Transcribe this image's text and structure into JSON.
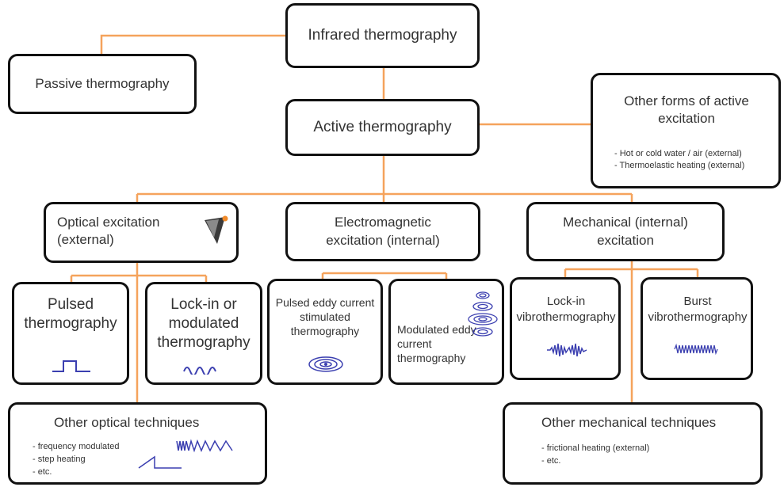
{
  "nodes": {
    "infrared": "Infrared thermography",
    "passive": "Passive thermography",
    "active": "Active thermography",
    "other_active": {
      "title": "Other forms of active excitation",
      "items": [
        "- Hot or cold water / air (external)",
        "- Thermoelastic heating (external)"
      ]
    },
    "optical": "Optical excitation (external)",
    "electromagnetic": "Electromagnetic excitation (internal)",
    "mechanical": "Mechanical (internal) excitation",
    "pulsed": "Pulsed thermography",
    "lockin_modulated": "Lock-in or modulated thermography",
    "pulsed_eddy": "Pulsed eddy current stimulated thermography",
    "modulated_eddy": "Modulated eddy current thermography",
    "lockin_vibro": "Lock-in vibrothermography",
    "burst_vibro": "Burst vibrothermography",
    "other_optical": {
      "title": "Other optical techniques",
      "items": [
        "- frequency modulated",
        "- step heating",
        "- etc."
      ]
    },
    "other_mechanical": {
      "title": "Other mechanical techniques",
      "items": [
        "- frictional heating (external)",
        "- etc."
      ]
    }
  },
  "colors": {
    "connector": "#f5a35c",
    "border": "#111111",
    "signal": "#3b3fb0"
  },
  "icons": [
    "lamp-icon",
    "pulse-signal-icon",
    "sine-wave-icon",
    "eddy-coil-icon",
    "stacked-coils-icon",
    "burst-wave-icon",
    "chirp-wave-icon",
    "step-signal-icon"
  ]
}
